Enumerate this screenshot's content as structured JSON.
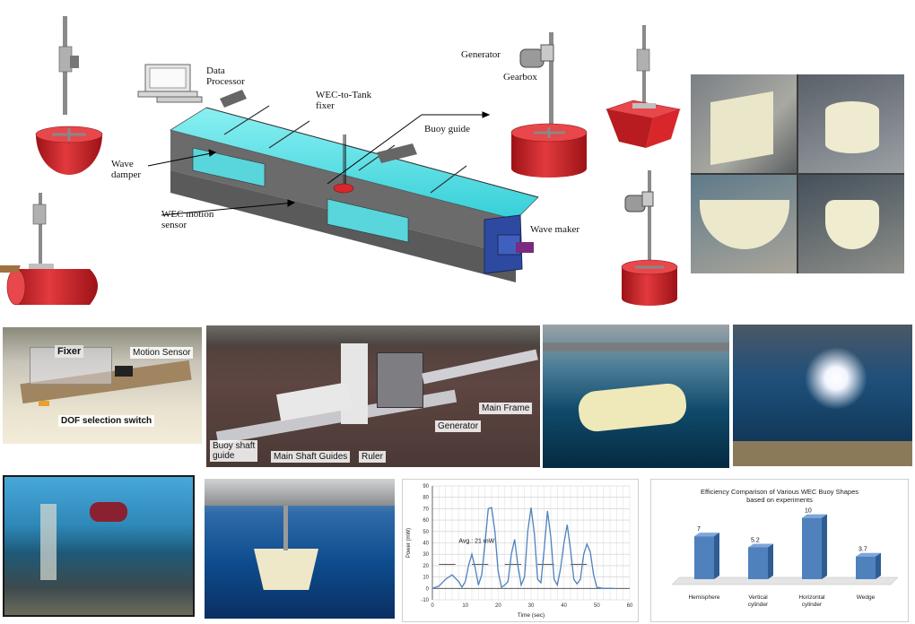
{
  "diagram": {
    "labels": {
      "data_processor": "Data\nProcessor",
      "wec_tank_fixer": "WEC-to-Tank\nfixer",
      "generator": "Generator",
      "gearbox": "Gearbox",
      "buoy_guide": "Buoy guide",
      "wave_damper": "Wave\ndamper",
      "wec_motion_sensor": "WEC motion\nsensor",
      "wave_maker": "Wave maker"
    }
  },
  "photos": {
    "fixer": {
      "fixer": "Fixer",
      "motion_sensor": "Motion Sensor",
      "dof": "DOF selection switch"
    },
    "frame": {
      "buoy_shaft_guide": "Buoy shaft\nguide",
      "main_shaft_guides": "Main Shaft Guides",
      "ruler": "Ruler",
      "generator": "Generator",
      "main_frame": "Main Frame"
    }
  },
  "colors": {
    "buoy_red": "#d9262b",
    "tank_cyan": "#59e0e6",
    "bar_blue": "#4f81bd",
    "line_blue": "#4f81bd"
  },
  "chart_data": [
    {
      "type": "line",
      "title": "",
      "xlabel": "Time (sec)",
      "ylabel": "Power (mW)",
      "xlim": [
        0,
        60
      ],
      "ylim": [
        -10,
        90
      ],
      "x_ticks": [
        0,
        10,
        20,
        30,
        40,
        50,
        60
      ],
      "y_ticks": [
        -10,
        0,
        10,
        20,
        30,
        40,
        50,
        60,
        70,
        80,
        90
      ],
      "grid": true,
      "annotation": "Avg.: 21 mW",
      "average": 21,
      "series": [
        {
          "values": [
            [
              0,
              0
            ],
            [
              2,
              2
            ],
            [
              4,
              8
            ],
            [
              6,
              12
            ],
            [
              8,
              6
            ],
            [
              9,
              1
            ],
            [
              10,
              6
            ],
            [
              11,
              20
            ],
            [
              12,
              30
            ],
            [
              13,
              18
            ],
            [
              14,
              3
            ],
            [
              15,
              12
            ],
            [
              16,
              40
            ],
            [
              17,
              70
            ],
            [
              18,
              71
            ],
            [
              19,
              50
            ],
            [
              20,
              15
            ],
            [
              21,
              1
            ],
            [
              22,
              3
            ],
            [
              23,
              6
            ],
            [
              24,
              30
            ],
            [
              25,
              43
            ],
            [
              26,
              20
            ],
            [
              27,
              3
            ],
            [
              28,
              10
            ],
            [
              29,
              50
            ],
            [
              30,
              71
            ],
            [
              31,
              48
            ],
            [
              32,
              8
            ],
            [
              33,
              5
            ],
            [
              34,
              35
            ],
            [
              35,
              68
            ],
            [
              36,
              45
            ],
            [
              37,
              8
            ],
            [
              38,
              3
            ],
            [
              39,
              18
            ],
            [
              40,
              40
            ],
            [
              41,
              56
            ],
            [
              42,
              34
            ],
            [
              43,
              8
            ],
            [
              44,
              4
            ],
            [
              45,
              8
            ],
            [
              46,
              30
            ],
            [
              47,
              39
            ],
            [
              48,
              32
            ],
            [
              49,
              12
            ],
            [
              50,
              1
            ],
            [
              52,
              0
            ],
            [
              55,
              0
            ]
          ]
        }
      ]
    },
    {
      "type": "bar",
      "title": "Efficiency Comparison of Various WEC Buoy Shapes\nbased on experiments",
      "categories": [
        "Hemisphere",
        "Vertical\ncylinder",
        "Horizontal\ncylinder",
        "Wedge"
      ],
      "values": [
        7,
        5.2,
        10,
        3.7
      ],
      "value_labels": [
        "7",
        "5.2",
        "10",
        "3.7"
      ],
      "ylim": [
        0,
        12
      ],
      "grid": false
    }
  ]
}
